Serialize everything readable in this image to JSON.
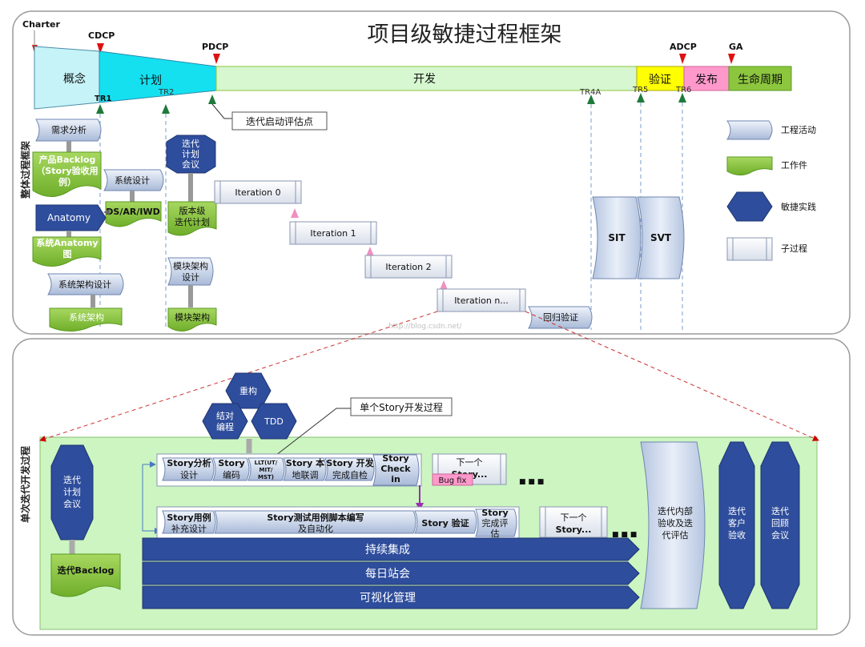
{
  "title": "项目级敏捷过程框架",
  "side": {
    "top": "整体过程框架",
    "bottom": "单次迭代开发过程"
  },
  "milestones": {
    "charter": "Charter",
    "cdcp": "CDCP",
    "pdcp": "PDCP",
    "adcp": "ADCP",
    "ga": "GA"
  },
  "phases": {
    "concept": "概念",
    "plan": "计划",
    "develop": "开发",
    "verify": "验证",
    "release": "发布",
    "lifecycle": "生命周期"
  },
  "tr": {
    "tr1": "TR1",
    "tr2": "TR2",
    "tr4a": "TR4A",
    "tr5": "TR5",
    "tr6": "TR6"
  },
  "callouts": {
    "iter_start": "迭代启动评估点",
    "single_story": "单个Story开发过程"
  },
  "upper": {
    "req_analysis": "需求分析",
    "backlog_l1": "产品Backlog",
    "backlog_l2": "（Story验收用",
    "backlog_l3": "例）",
    "sys_design": "系统设计",
    "ds": "DS/AR/IWD",
    "anatomy": "Anatomy",
    "sys_anatomy_l1": "系统Anatomy",
    "sys_anatomy_l2": "图",
    "sys_arch_design": "系统架构设计",
    "sys_arch": "系统架构",
    "iter_meeting_l1": "迭代",
    "iter_meeting_l2": "计划",
    "iter_meeting_l3": "会议",
    "version_plan_l1": "版本级",
    "version_plan_l2": "迭代计划",
    "module_design_l1": "模块架构",
    "module_design_l2": "设计",
    "module_arch": "模块架构",
    "iter0": "Iteration 0",
    "iter1": "Iteration 1",
    "iter2": "Iteration 2",
    "itern": "Iteration n...",
    "regression": "回归验证",
    "sit": "SIT",
    "svt": "SVT"
  },
  "legend": {
    "activity": "工程活动",
    "artifact": "工作件",
    "practice": "敏捷实践",
    "subprocess": "子过程"
  },
  "lower": {
    "refactor": "重构",
    "pair_l1": "结对",
    "pair_l2": "编程",
    "tdd": "TDD",
    "iter_meeting_l1": "迭代",
    "iter_meeting_l2": "计划",
    "iter_meeting_l3": "会议",
    "iter_backlog": "迭代Backlog",
    "r1": {
      "c1_l1": "Story分析",
      "c1_l2": "设计",
      "c2_l1": "Story",
      "c2_l2": "编码",
      "c3_l1": "LLT(UT/",
      "c3_l2": "MIT/",
      "c3_l3": "MST)",
      "c4_l1": "Story 本",
      "c4_l2": "地联调",
      "c5_l1": "Story 开发",
      "c5_l2": "完成自检",
      "c6_l1": "Story",
      "c6_l2": "Check",
      "c6_l3": "in"
    },
    "r2": {
      "c1_l1": "Story用例",
      "c1_l2": "补充设计",
      "c2_l1": "Story测试用例脚本编写",
      "c2_l2": "及自动化",
      "c3": "Story 验证",
      "c4_l1": "Story",
      "c4_l2": "完成评",
      "c4_l3": "估"
    },
    "bugfix": "Bug fix",
    "next_l1": "下一个",
    "next_l2": "Story...",
    "dots": "■ ■ ■",
    "ci": "持续集成",
    "standup": "每日站会",
    "visual": "可视化管理",
    "internal_l1": "迭代内部",
    "internal_l2": "验收及迭",
    "internal_l3": "代评估",
    "cust_l1": "迭代",
    "cust_l2": "客户",
    "cust_l3": "验收",
    "retro_l1": "迭代",
    "retro_l2": "回顾",
    "retro_l3": "会议"
  },
  "watermark_url": "http://blog.csdn.net/",
  "colors": {
    "activity": "#c5d3e8",
    "artifact": "#8cc63e",
    "practice": "#2e4d9c",
    "cyan": "#14e0f0",
    "yellow": "#ffff00",
    "pink": "#ff99cc",
    "green": "#8cc63e",
    "lightgreen": "#ccffcc",
    "red": "#dd1111"
  }
}
